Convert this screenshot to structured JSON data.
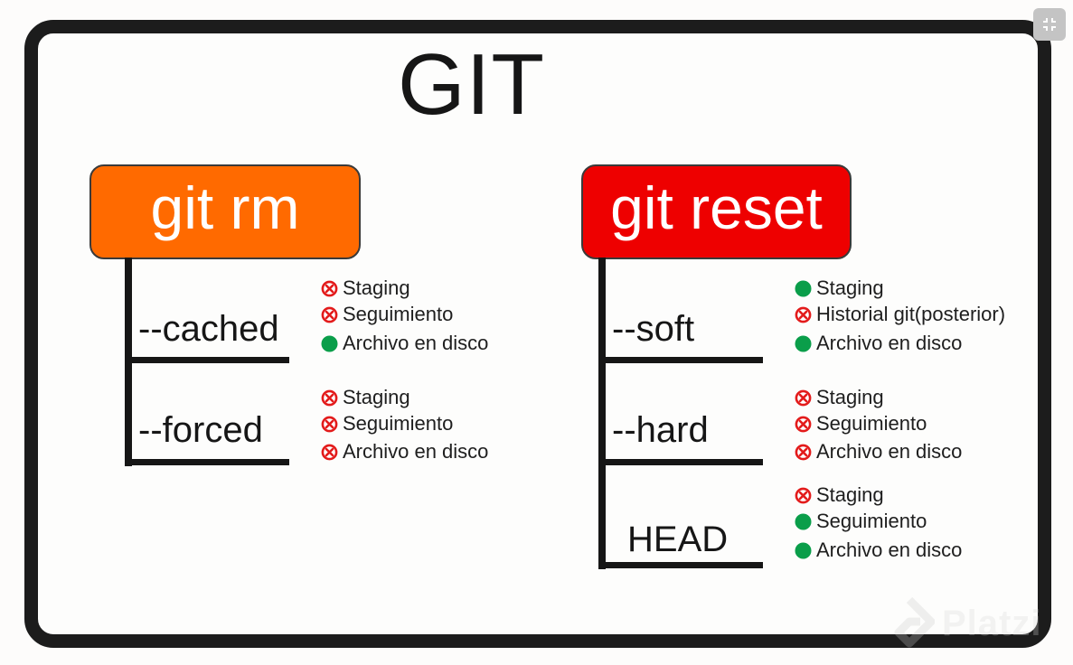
{
  "title": "GIT",
  "colors": {
    "git_rm": "#ff6a00",
    "git_reset": "#ee0000",
    "yes": "#0a9e4a",
    "no": "#e31b1b"
  },
  "groups": [
    {
      "command": "git rm",
      "options": [
        {
          "name": "--cached",
          "items": [
            {
              "label": "Staging",
              "state": "no"
            },
            {
              "label": "Seguimiento",
              "state": "no"
            },
            {
              "label": "Archivo en disco",
              "state": "yes"
            }
          ]
        },
        {
          "name": "--forced",
          "items": [
            {
              "label": "Staging",
              "state": "no"
            },
            {
              "label": "Seguimiento",
              "state": "no"
            },
            {
              "label": "Archivo en disco",
              "state": "no"
            }
          ]
        }
      ]
    },
    {
      "command": "git reset",
      "options": [
        {
          "name": "--soft",
          "items": [
            {
              "label": "Staging",
              "state": "yes"
            },
            {
              "label": "Historial git(posterior)",
              "state": "no"
            },
            {
              "label": "Archivo en disco",
              "state": "yes"
            }
          ]
        },
        {
          "name": "--hard",
          "items": [
            {
              "label": "Staging",
              "state": "no"
            },
            {
              "label": "Seguimiento",
              "state": "no"
            },
            {
              "label": "Archivo en disco",
              "state": "no"
            }
          ]
        },
        {
          "name": "HEAD",
          "items": [
            {
              "label": "Staging",
              "state": "no"
            },
            {
              "label": "Seguimiento",
              "state": "yes"
            },
            {
              "label": "Archivo en disco",
              "state": "yes"
            }
          ]
        }
      ]
    }
  ],
  "watermark": {
    "text": "Platzi",
    "icon": "platzi-logo-icon"
  },
  "controls": {
    "exit_fullscreen_icon": "exit-fullscreen-icon"
  }
}
